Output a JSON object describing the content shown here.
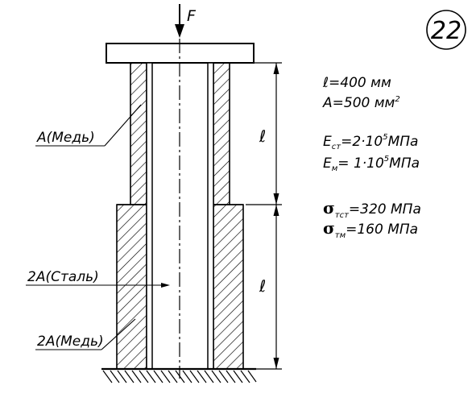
{
  "problem_number": "22",
  "force_label": "F",
  "dimension_label": "ℓ",
  "labels": {
    "copper_top": "A(Медь)",
    "steel": "2A(Сталь)",
    "copper_bottom": "2A(Медь)"
  },
  "params": {
    "length": "ℓ=400 мм",
    "area_prefix": "A=500 мм",
    "area_sup": "2",
    "e_st_prefix": "E",
    "e_st_sub": "ст",
    "e_st_value": "=2·10",
    "e_st_exp": "5",
    "e_st_unit": "МПа",
    "e_m_prefix": "E",
    "e_m_sub": "м",
    "e_m_value": "= 1·10",
    "e_m_exp": "5",
    "e_m_unit": "МПа",
    "sigma_symbol": "σ",
    "sigma_st_sub": "тст",
    "sigma_st_value": "=320 МПа",
    "sigma_m_sub": "тм",
    "sigma_m_value": "=160 МПа"
  }
}
